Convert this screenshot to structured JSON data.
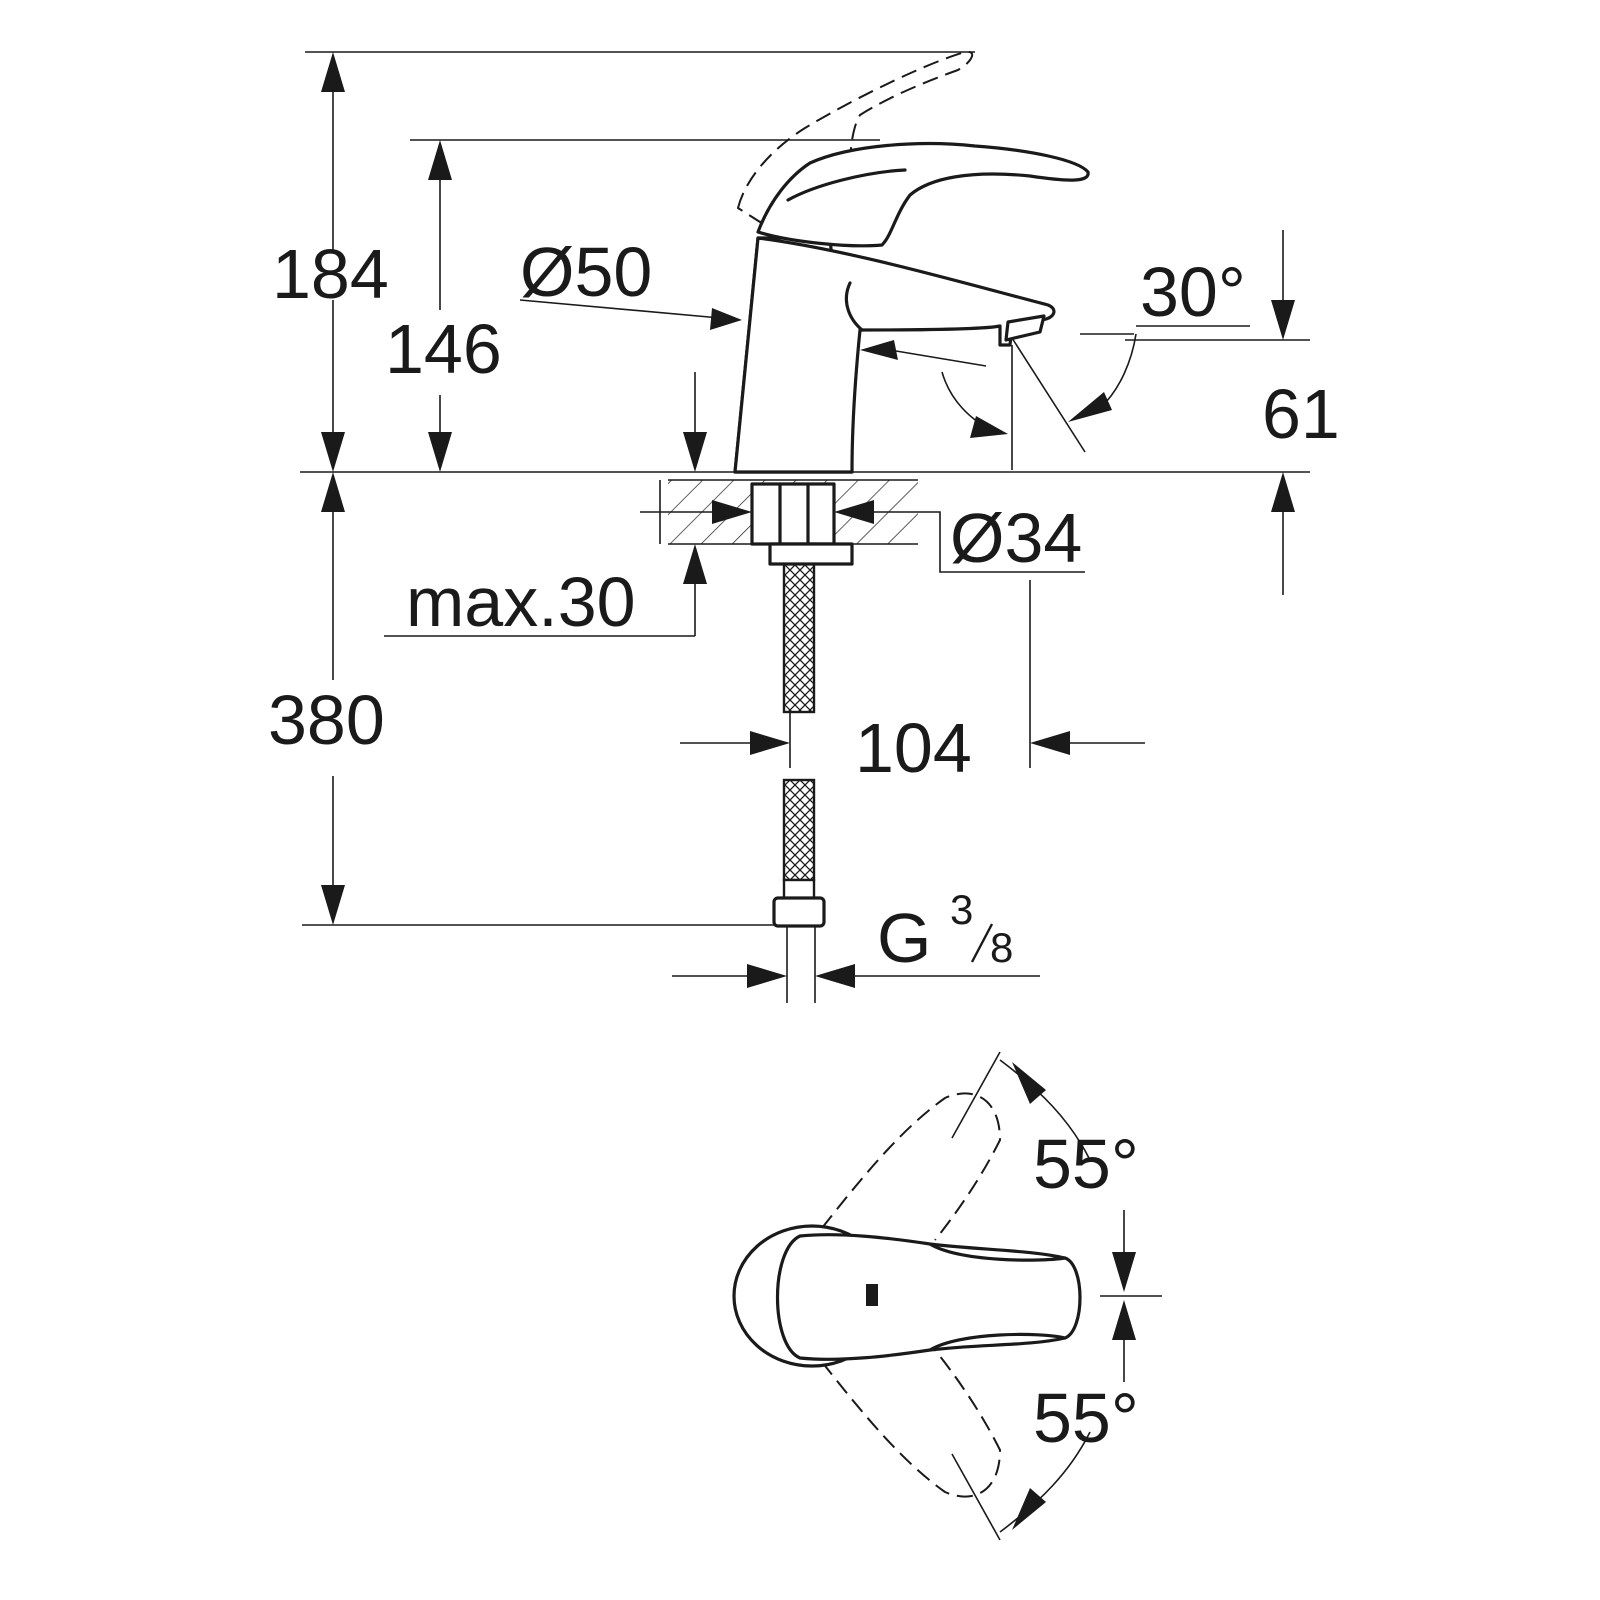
{
  "colors": {
    "ink": "#1a1a1a",
    "background": "#ffffff"
  },
  "dimensions": {
    "overall_height": "184",
    "spout_height": "146",
    "body_diameter": "Ø50",
    "spout_angle": "30°",
    "spout_clearance": "61",
    "hole_diameter": "Ø34",
    "max_deck_thickness": "max.30",
    "hose_length": "380",
    "projection": "104",
    "thread_letter": "G",
    "thread_num": "3",
    "thread_den": "8",
    "lever_rotation_left": "55°",
    "lever_rotation_right": "55°"
  }
}
